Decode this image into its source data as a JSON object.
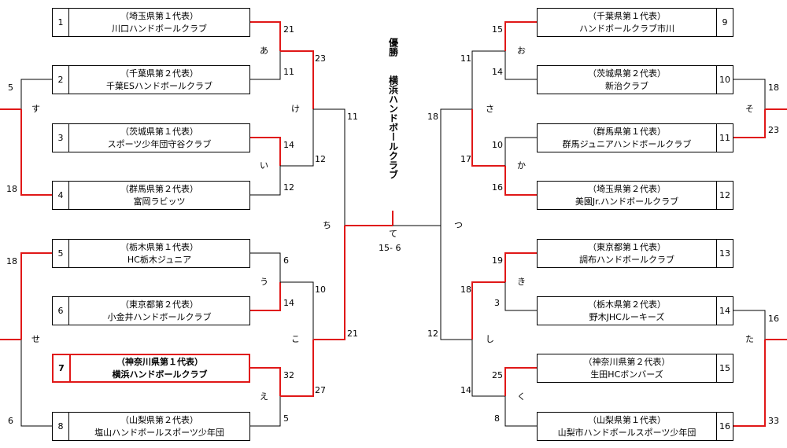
{
  "champion": {
    "label": "優勝",
    "name": "横浜ハンドボールクラブ"
  },
  "final": {
    "match_label": "て",
    "score": "15- 6"
  },
  "teams": [
    {
      "no": "1",
      "region": "（埼玉県第１代表）",
      "name": "川口ハンドボールクラブ"
    },
    {
      "no": "2",
      "region": "（千葉県第２代表）",
      "name": "千葉ESハンドボールクラブ"
    },
    {
      "no": "3",
      "region": "（茨城県第１代表）",
      "name": "スポーツ少年団守谷クラブ"
    },
    {
      "no": "4",
      "region": "（群馬県第２代表）",
      "name": "富岡ラビッツ"
    },
    {
      "no": "5",
      "region": "（栃木県第１代表）",
      "name": "HC栃木ジュニア"
    },
    {
      "no": "6",
      "region": "（東京都第２代表）",
      "name": "小金井ハンドボールクラブ"
    },
    {
      "no": "7",
      "region": "（神奈川県第１代表）",
      "name": "横浜ハンドボールクラブ"
    },
    {
      "no": "8",
      "region": "（山梨県第２代表）",
      "name": "塩山ハンドボールスポーツ少年団"
    },
    {
      "no": "9",
      "region": "（千葉県第１代表）",
      "name": "ハンドボールクラブ市川"
    },
    {
      "no": "10",
      "region": "（茨城県第２代表）",
      "name": "新治クラブ"
    },
    {
      "no": "11",
      "region": "（群馬県第１代表）",
      "name": "群馬ジュニアハンドボールクラブ"
    },
    {
      "no": "12",
      "region": "（埼玉県第２代表）",
      "name": "美園Jr.ハンドボールクラブ"
    },
    {
      "no": "13",
      "region": "（東京都第１代表）",
      "name": "調布ハンドボールクラブ"
    },
    {
      "no": "14",
      "region": "（栃木県第２代表）",
      "name": "野木JHCルーキーズ"
    },
    {
      "no": "15",
      "region": "（神奈川県第２代表）",
      "name": "生田HCボンバーズ"
    },
    {
      "no": "16",
      "region": "（山梨県第１代表）",
      "name": "山梨市ハンドボールスポーツ少年団"
    }
  ],
  "match_labels": {
    "a": "あ",
    "i": "い",
    "u": "う",
    "e": "え",
    "o": "お",
    "ka": "か",
    "ki": "き",
    "ku": "く",
    "ke": "け",
    "ko": "こ",
    "sa": "さ",
    "shi": "し",
    "su": "す",
    "se": "せ",
    "so": "そ",
    "ta": "た",
    "chi": "ち",
    "tsu": "つ"
  },
  "scores": {
    "a_1": "21",
    "a_2": "11",
    "i_3": "14",
    "i_4": "12",
    "u_5": "6",
    "u_6": "14",
    "e_7": "32",
    "e_8": "5",
    "ke_a": "23",
    "ke_i": "12",
    "ko_u": "10",
    "ko_e": "27",
    "chi_ke": "11",
    "chi_ko": "21",
    "su_2": "5",
    "su_4": "18",
    "se_5": "18",
    "se_8": "6",
    "o_9": "15",
    "o_10": "14",
    "ka_11": "10",
    "ka_12": "16",
    "ki_13": "19",
    "ki_14": "3",
    "ku_15": "25",
    "ku_16": "8",
    "sa_o": "11",
    "sa_ka": "17",
    "shi_ki": "18",
    "shi_ku": "14",
    "tsu_sa": "18",
    "tsu_shi": "12",
    "so_10": "18",
    "so_11": "23",
    "ta_14": "16",
    "ta_16": "33"
  },
  "colors": {
    "winner_line": "#e01818",
    "line": "#000000"
  }
}
